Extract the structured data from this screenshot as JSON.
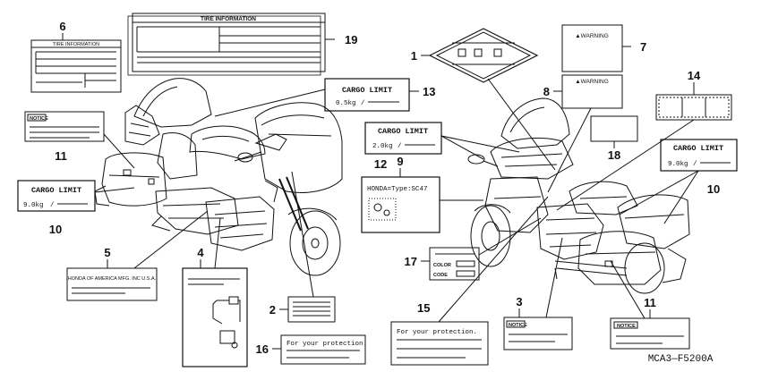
{
  "diagram_code": "MCA3—F5200A",
  "labels": {
    "tire_info_large": {
      "number": "19",
      "title": "TIRE INFORMATION"
    },
    "tire_info_small": {
      "number": "6",
      "title": "TIRE INFORMATION"
    },
    "emblem": {
      "number": "1"
    },
    "warning_a": {
      "number": "7",
      "title": "▲WARNING"
    },
    "warning_b": {
      "number": "8",
      "title": "▲WARNING"
    },
    "blank_plain": {
      "number": "18"
    },
    "blank_triple": {
      "number": "14"
    },
    "cargo_limit_top": {
      "number": "13",
      "title": "CARGO LIMIT",
      "value": "0.5kg"
    },
    "cargo_limit_mid": {
      "number": "12",
      "title": "CARGO LIMIT",
      "value": "2.0kg"
    },
    "cargo_limit_left": {
      "number": "10",
      "title": "CARGO LIMIT",
      "value": "9.0kg"
    },
    "cargo_limit_right": {
      "number": "10",
      "title": "CARGO LIMIT",
      "value": "9.0kg"
    },
    "honda_type": {
      "number": "9",
      "title": "HONDA=Type:SC47"
    },
    "notice_left": {
      "number": "11",
      "title": "NOTICE"
    },
    "notice_right": {
      "number": "11",
      "title": "NOTICE"
    },
    "notice_small": {
      "number": "3",
      "title": "NOTICE"
    },
    "honda_america": {
      "number": "5",
      "title": "HONDA OF AMERICA MFG. INC U.S.A."
    },
    "routing": {
      "number": "4"
    },
    "blank_lines": {
      "number": "2"
    },
    "protection_left": {
      "number": "16",
      "title": "For your protection."
    },
    "protection_mid": {
      "number": "15",
      "title": "For your protection."
    },
    "color_code": {
      "number": "17",
      "color_label": "COLOR",
      "code_label": "CODE"
    }
  }
}
